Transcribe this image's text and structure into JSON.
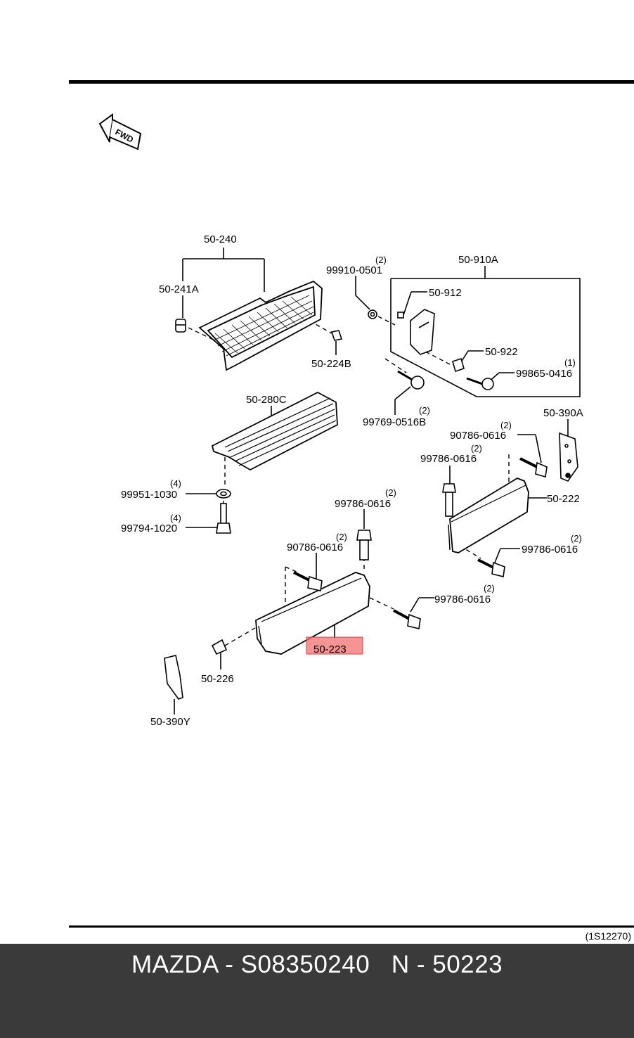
{
  "diagram": {
    "fwd_label": "FWD",
    "highlight_color": "#f07070",
    "labels": [
      {
        "id": "p50240",
        "text": "50-240"
      },
      {
        "id": "p50241a",
        "text": "50-241A"
      },
      {
        "id": "p99910",
        "text": "99910-0501",
        "qty": "(2)"
      },
      {
        "id": "p50910a",
        "text": "50-910A"
      },
      {
        "id": "p50912",
        "text": "50-912"
      },
      {
        "id": "p50224b",
        "text": "50-224B"
      },
      {
        "id": "p50922",
        "text": "50-922"
      },
      {
        "id": "p99865",
        "text": "99865-0416",
        "qty": "(1)"
      },
      {
        "id": "p50280c",
        "text": "50-280C"
      },
      {
        "id": "p99769",
        "text": "99769-0516B",
        "qty": "(2)"
      },
      {
        "id": "p50390a",
        "text": "50-390A"
      },
      {
        "id": "p90786a",
        "text": "90786-0616",
        "qty": "(2)"
      },
      {
        "id": "p99786a",
        "text": "99786-0616",
        "qty": "(2)"
      },
      {
        "id": "p99951",
        "text": "99951-1030",
        "qty": "(4)"
      },
      {
        "id": "p50222",
        "text": "50-222"
      },
      {
        "id": "p99786b",
        "text": "99786-0616",
        "qty": "(2)"
      },
      {
        "id": "p99794",
        "text": "99794-1020",
        "qty": "(4)"
      },
      {
        "id": "p90786b",
        "text": "90786-0616",
        "qty": "(2)"
      },
      {
        "id": "p99786c",
        "text": "99786-0616",
        "qty": "(2)"
      },
      {
        "id": "p99786d",
        "text": "99786-0616",
        "qty": "(2)"
      },
      {
        "id": "p50223",
        "text": "50-223",
        "highlighted": true
      },
      {
        "id": "p50226",
        "text": "50-226"
      },
      {
        "id": "p50390y",
        "text": "50-390Y"
      }
    ],
    "reference_code": "(1S12270)"
  },
  "footer": {
    "text": "MAZDA - S08350240   N - 50223"
  }
}
